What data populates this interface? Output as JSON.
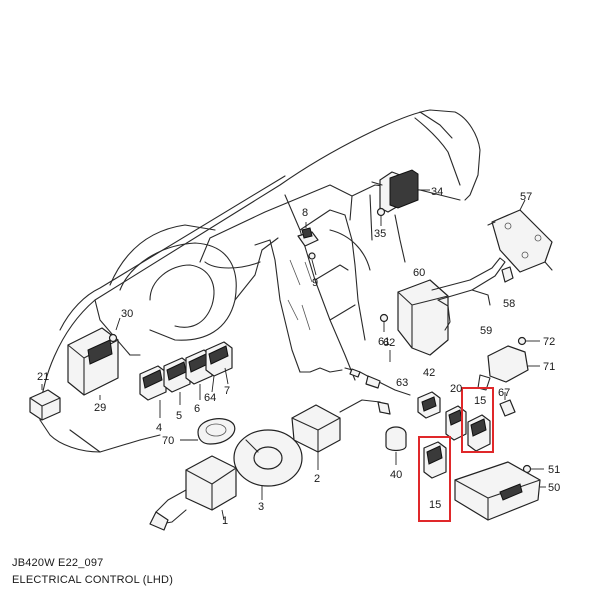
{
  "caption": {
    "code": "JB420W E22_097",
    "title": "ELECTRICAL CONTROL (LHD)"
  },
  "callouts": {
    "c1": "1",
    "c2": "2",
    "c3": "3",
    "c4": "4",
    "c5": "5",
    "c6": "6",
    "c7": "7",
    "c8": "8",
    "c9": "9",
    "c15a": "15",
    "c15b": "15",
    "c20": "20",
    "c21": "21",
    "c29": "29",
    "c30": "30",
    "c34": "34",
    "c35": "35",
    "c40": "40",
    "c42": "42",
    "c50": "50",
    "c51": "51",
    "c57": "57",
    "c58": "58",
    "c59": "59",
    "c60": "60",
    "c61": "61",
    "c62": "62",
    "c63": "63",
    "c64": "64",
    "c67": "67",
    "c70": "70",
    "c71": "71",
    "c72": "72"
  },
  "highlight_color": "#e0282a"
}
